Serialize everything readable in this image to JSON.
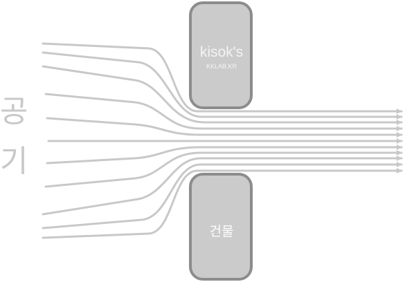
{
  "labels": {
    "air_char_1": "공",
    "air_char_2": "기",
    "building": "건물"
  },
  "watermark": {
    "main": "kisok's",
    "sub": "KKLAB.KR"
  },
  "colors": {
    "streamline": "#c8c8c8",
    "building_fill": "#cbcbcb",
    "building_stroke": "#8c8c8c",
    "label_text": "#c8c8c8"
  }
}
